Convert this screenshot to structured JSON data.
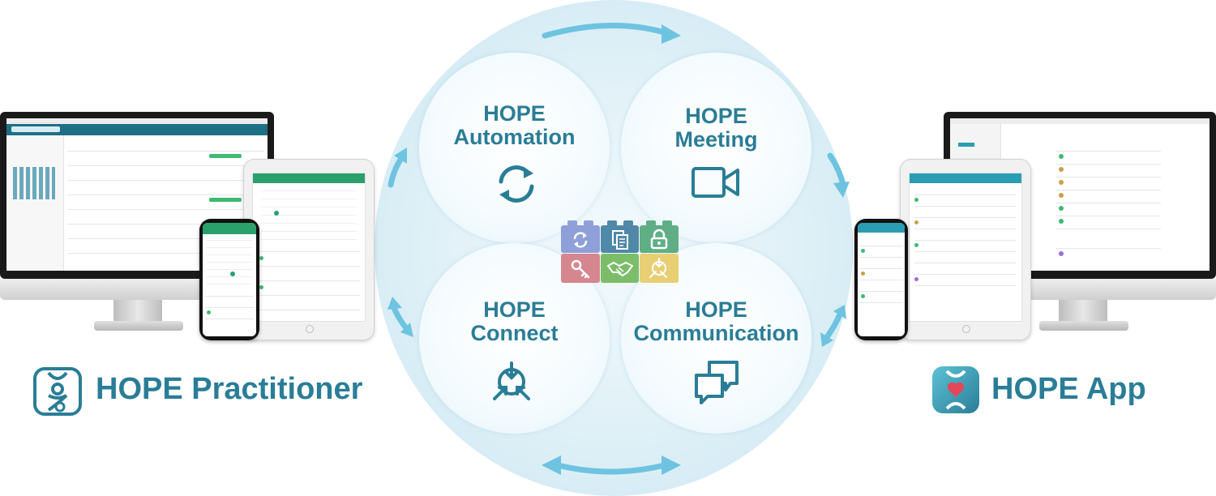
{
  "modules": {
    "automation": {
      "line1": "HOPE",
      "line2": "Automation",
      "icon": "sync-icon"
    },
    "meeting": {
      "line1": "HOPE",
      "line2": "Meeting",
      "icon": "video-camera-icon"
    },
    "connect": {
      "line1": "HOPE",
      "line2": "Connect",
      "icon": "connect-arrows-icon"
    },
    "communication": {
      "line1": "HOPE",
      "line2": "Communication",
      "icon": "chat-bubbles-icon"
    }
  },
  "center_grid": [
    {
      "icon": "sync-icon",
      "color": "#8f9fd8"
    },
    {
      "icon": "documents-icon",
      "color": "#4f88a8"
    },
    {
      "icon": "lock-icon",
      "color": "#5fae86"
    },
    {
      "icon": "keys-icon",
      "color": "#d6868f"
    },
    {
      "icon": "handshake-icon",
      "color": "#7cbd6a"
    },
    {
      "icon": "connect-arrows-icon",
      "color": "#e9cf74"
    }
  ],
  "labels": {
    "practitioner": "HOPE Practitioner",
    "app": "HOPE App"
  },
  "colors": {
    "brand": "#2a7d96",
    "arrow": "#6ec3e0",
    "screen_green": "#2aa06a",
    "screen_teal": "#2a9db3"
  }
}
